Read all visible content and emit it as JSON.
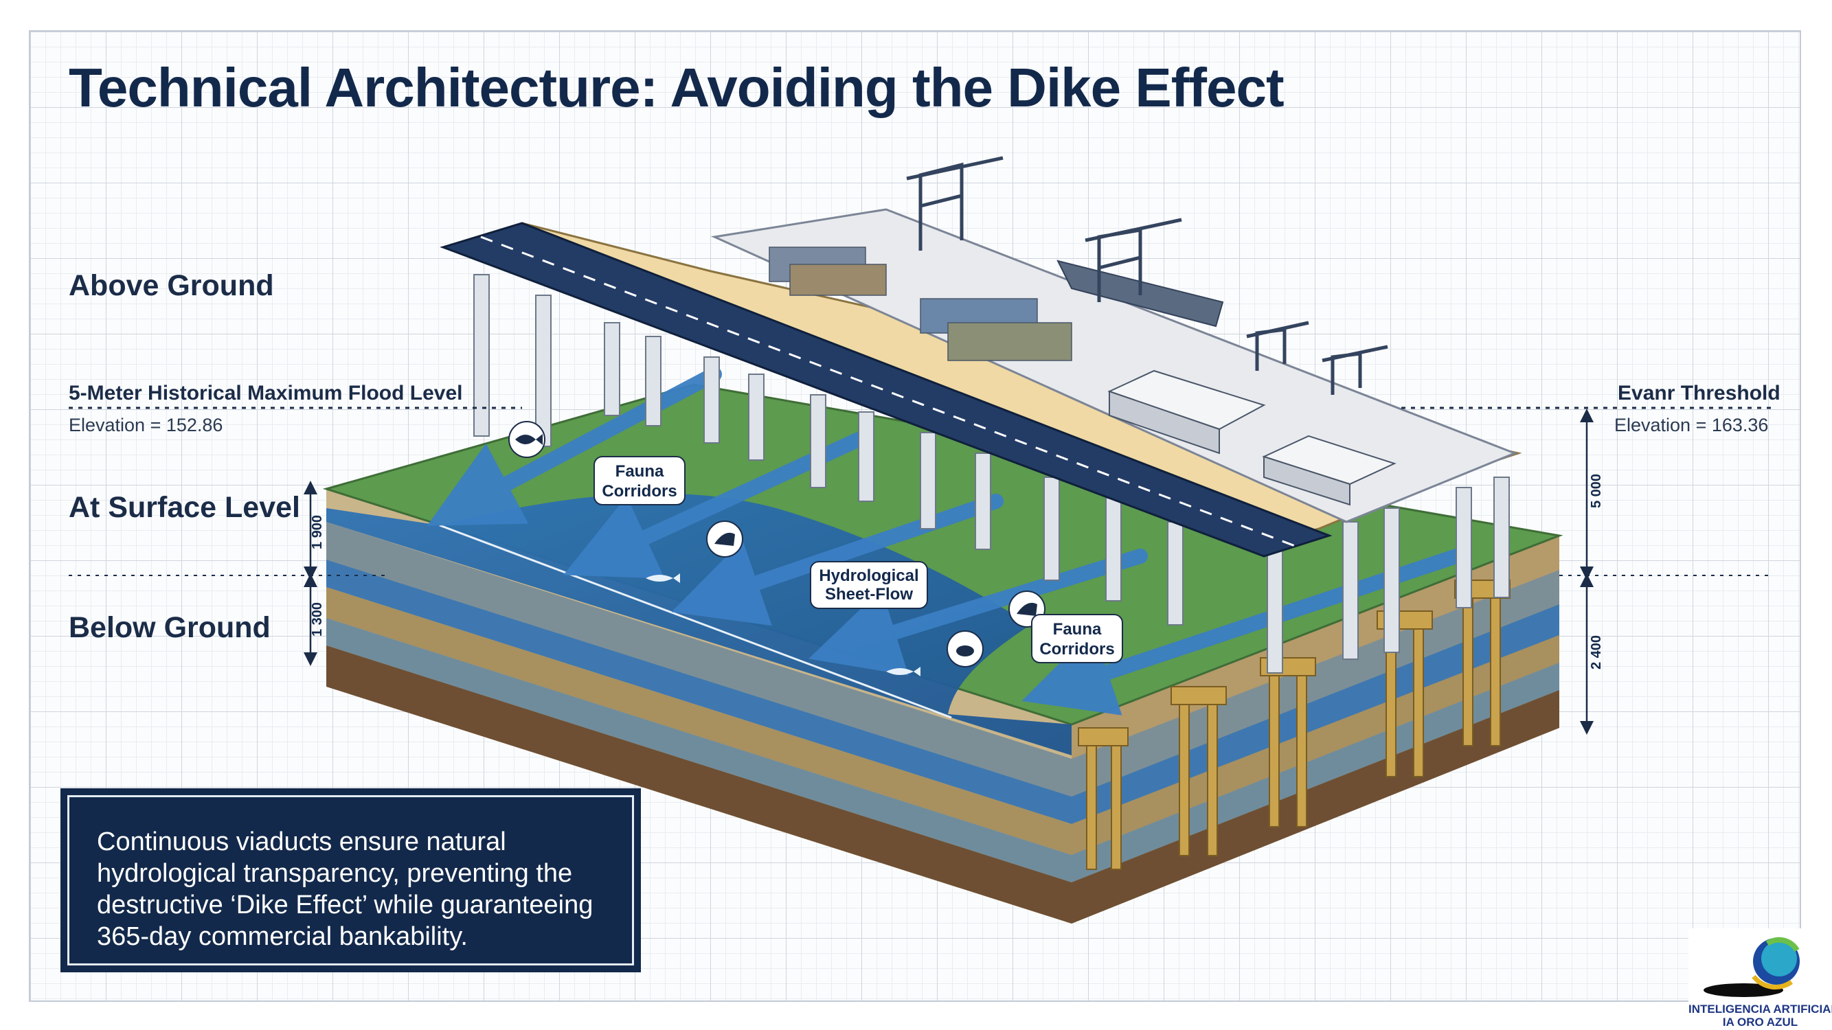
{
  "title": "Technical Architecture: Avoiding the Dike Effect",
  "zones": {
    "above": "Above Ground",
    "surface": "At Surface Level",
    "below": "Below Ground"
  },
  "flood_left": {
    "label": "5-Meter Historical Maximum Flood Level",
    "elevation": "Elevation = 152.86"
  },
  "flood_right": {
    "label": "Evanr Threshold",
    "elevation": "Elevation = 163.36"
  },
  "dimensions": {
    "left_upper": "1 900",
    "left_lower": "1 300",
    "right_upper": "5 000",
    "right_lower": "2 400"
  },
  "callouts": {
    "fauna_1": [
      "Fauna",
      "Corridors"
    ],
    "fauna_2": [
      "Fauna",
      "Corridors"
    ],
    "hydro": [
      "Hydrological",
      "Sheet-Flow"
    ]
  },
  "summary": {
    "lines": [
      "Continuous viaducts ensure natural",
      "hydrological transparency, preventing the",
      "destructive ‘Dike Effect’ while guaranteeing",
      "365-day commercial bankability."
    ]
  },
  "logo": {
    "line1": "INTELIGENCIA ARTIFICIAL",
    "line2": "IA ORO AZUL"
  },
  "colors": {
    "navy": "#13294b",
    "water": "#2f6fb0",
    "grass": "#5d9b4e",
    "soil": "#8a6a4a",
    "pile": "#c9a34e"
  }
}
